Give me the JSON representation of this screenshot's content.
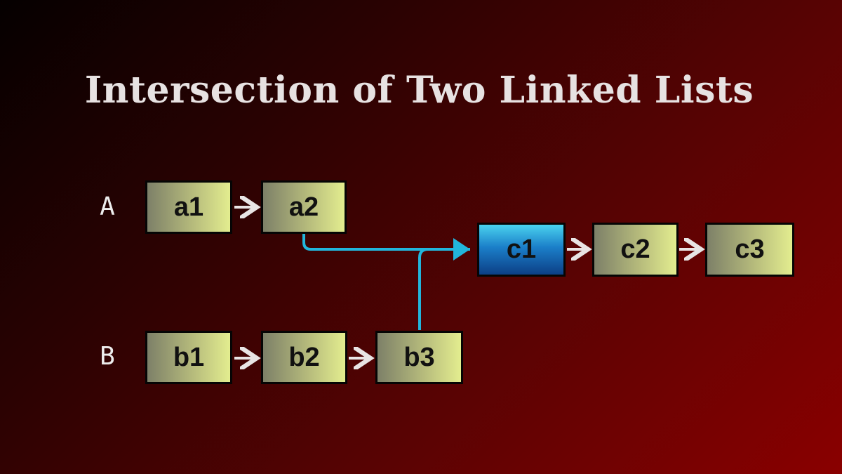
{
  "title": "Intersection of Two Linked Lists",
  "lists": {
    "a": {
      "label": "A",
      "nodes": [
        "a1",
        "a2"
      ]
    },
    "b": {
      "label": "B",
      "nodes": [
        "b1",
        "b2",
        "b3"
      ]
    },
    "shared": {
      "nodes": [
        "c1",
        "c2",
        "c3"
      ]
    }
  },
  "colors": {
    "node_fill_start": "#7d8068",
    "node_fill_end": "#e3ed8f",
    "shared_node_fill": "#1b7fc9",
    "connector": "#22b6dc",
    "arrow": "#e8e4e4"
  }
}
